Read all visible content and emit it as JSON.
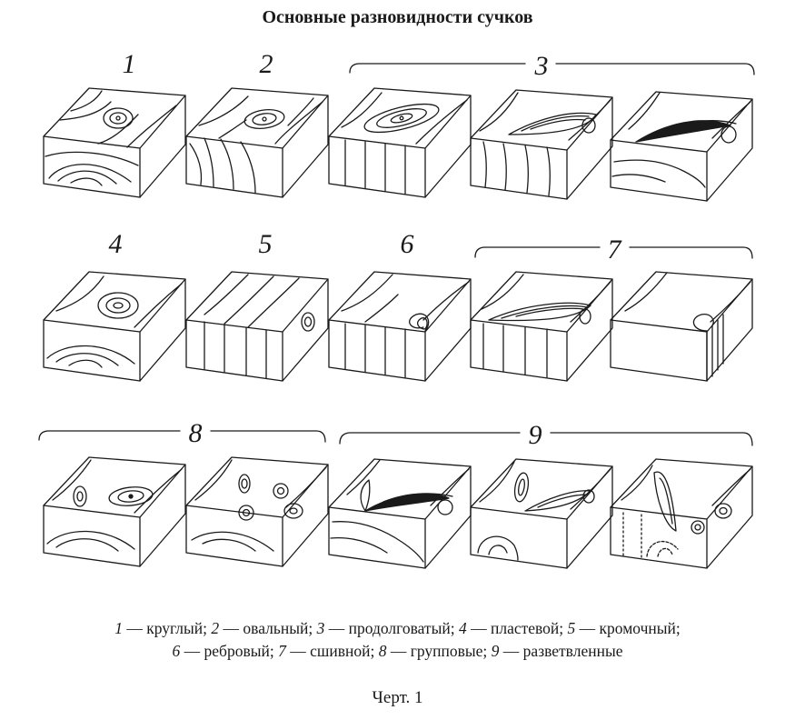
{
  "title": "Основные разновидности сучков",
  "group_numbers": [
    "1",
    "2",
    "3",
    "4",
    "5",
    "6",
    "7",
    "8",
    "9"
  ],
  "legend": [
    {
      "num": "1",
      "text": "круглый"
    },
    {
      "num": "2",
      "text": "овальный"
    },
    {
      "num": "3",
      "text": "продолговатый"
    },
    {
      "num": "4",
      "text": "пластевой"
    },
    {
      "num": "5",
      "text": "кромочный"
    },
    {
      "num": "6",
      "text": "ребровый"
    },
    {
      "num": "7",
      "text": "сшивной"
    },
    {
      "num": "8",
      "text": "групповые"
    },
    {
      "num": "9",
      "text": "разветвленные"
    }
  ],
  "figure_label": "Черт. 1"
}
